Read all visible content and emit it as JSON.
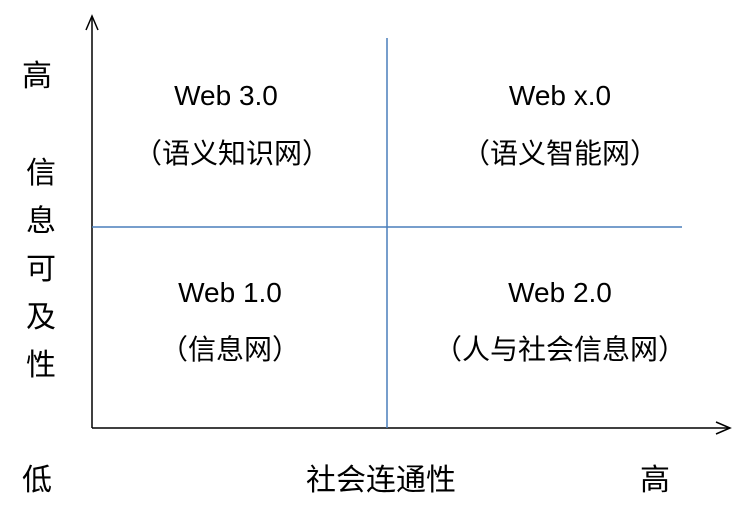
{
  "y_axis": {
    "high_label": "高",
    "title_chars": [
      "信",
      "息",
      "可",
      "及",
      "性"
    ],
    "low_label": "低"
  },
  "x_axis": {
    "title": "社会连通性",
    "high_label": "高"
  },
  "quadrants": {
    "top_left": {
      "title": "Web 3.0",
      "subtitle": "（语义知识网）"
    },
    "top_right": {
      "title": "Web x.0",
      "subtitle": "（语义智能网）"
    },
    "bottom_left": {
      "title": "Web 1.0",
      "subtitle": "（信息网）"
    },
    "bottom_right": {
      "title": "Web 2.0",
      "subtitle": "（人与社会信息网）"
    }
  },
  "colors": {
    "axis": "#000000",
    "divider": "#4a7ebb"
  }
}
